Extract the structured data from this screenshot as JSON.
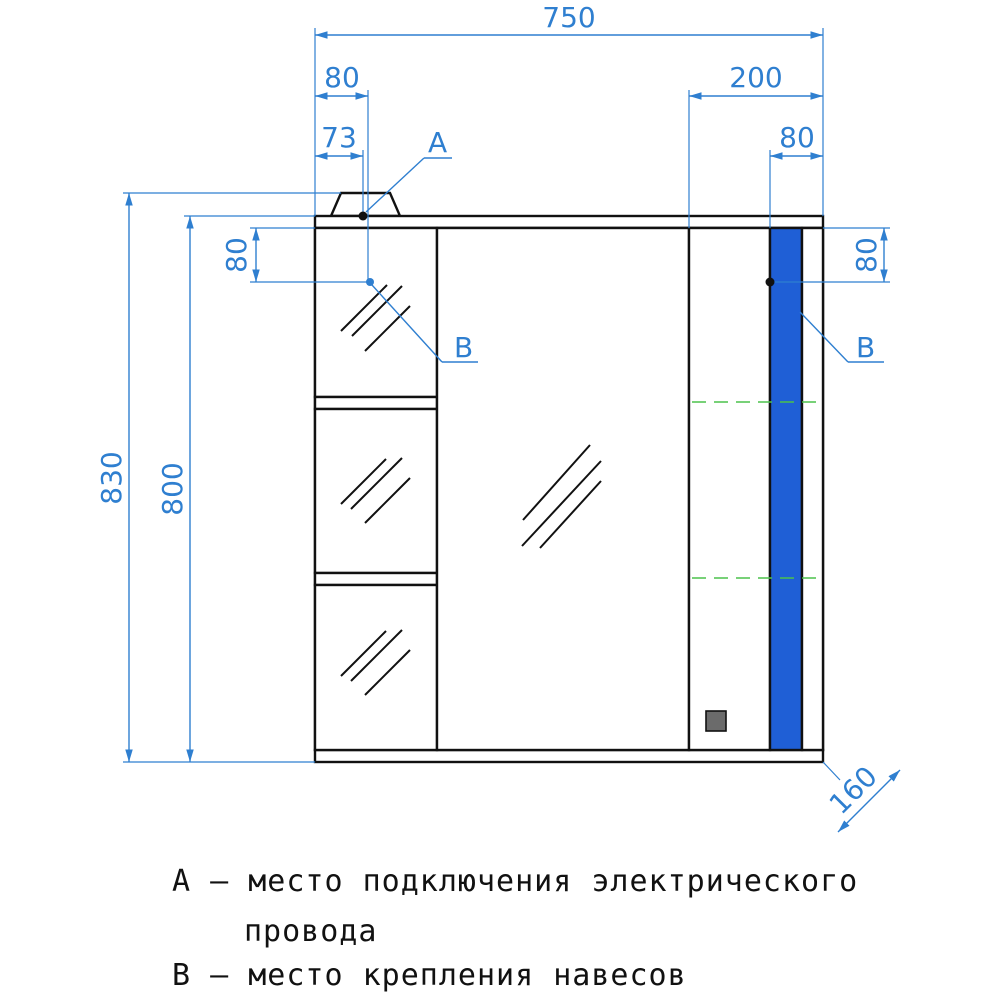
{
  "dimensions": {
    "width_total": "750",
    "left_offset_outer": "80",
    "left_offset_inner": "73",
    "right_section": "200",
    "right_offset": "80",
    "top_left_v": "80",
    "top_right_v": "80",
    "height_total": "830",
    "height_body": "800",
    "depth": "160"
  },
  "callouts": {
    "a": "A",
    "b_left": "B",
    "b_right": "B"
  },
  "legend": {
    "line1": "A – место подключения электрического",
    "line2": "провода",
    "line3": "B – место крепления навесов"
  },
  "colors": {
    "dimension": "#2f7fd0",
    "outline": "#111111",
    "led_strip": "#1f5fd6",
    "shelf": "#4cc24c",
    "switch": "#6b6b6b"
  }
}
